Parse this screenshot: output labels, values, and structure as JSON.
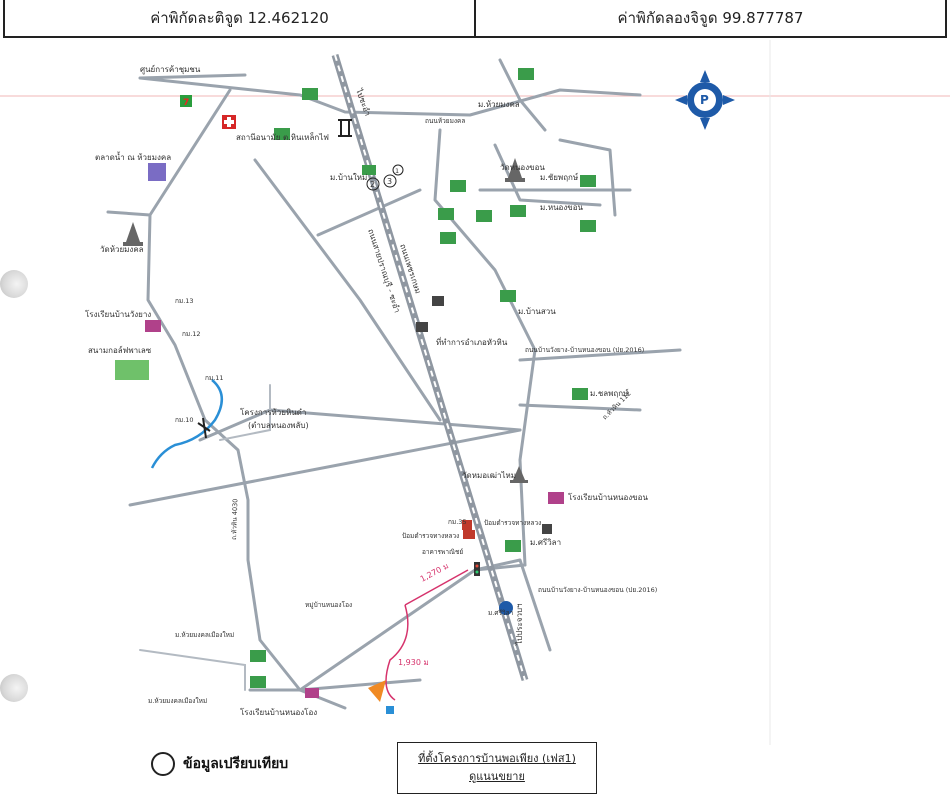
{
  "coords": {
    "latitude_label": "ค่าพิกัดละติจูด 12.462120",
    "longitude_label": "ค่าพิกัดลองจิจูด 99.877787"
  },
  "map": {
    "highway_label": "ถนนเพชรเกษม",
    "road_main_label": "ถนนสายปราณบุรี - ชะอำ",
    "dir_prachuap": "ไปประจวบฯ",
    "dir_cha_am": "ไปชะอำ",
    "labels": {
      "community_mall": "ศูนย์การค้าชุมชน",
      "seven_eleven": "7",
      "hospital": "สถานีอนามัย ต.หินเหล็กไฟ",
      "temple_top": "วัดหนองขอน",
      "temple_left": "วัดห้วยมงคล",
      "temple_mid": "วัดหมอเฒ่าไหม",
      "school_left": "โรงเรียนบ้านวังยาง",
      "school_right": "โรงเรียนบ้านหนองขอน",
      "school_bottom": "โรงเรียนบ้านหนองโอง",
      "market": "ตลาดน้ำ ณ ห้วยมงคล",
      "palm_oil": "สนามกอล์ฟพาเลซ",
      "dam": "โครงการห้วยหินดำ",
      "dam_sub": "(ตำบลหนองพลับ)",
      "gov_office": "ที่ทำการอำเภอหัวหิน",
      "police": "ป้อมตำรวจทางหลวง",
      "police2": "ป้อมตำรวจทางหลวง",
      "bank": "อาคารพาณิชย์",
      "moo_nongkhon": "ม.หนองขอน",
      "moo_banmai": "ม.บ้านใหม่",
      "moo_huay_mongkol": "ม.ห้วยมงคล",
      "moo_ban_suan": "ม.บ้านสวน",
      "moo_chaiyaphruek": "ม.ชัยพฤกษ์",
      "moo_bottom1": "ม.ห้วยมงคลเมืองใหม่",
      "moo_bottom2": "ม.ห้วยมงคลเมืองใหม่",
      "moo_bottom3": "หมู่บ้านหนองโอง",
      "moo_orchid": "ม.ศรีวิลา",
      "moo_sriwila": "ม.ศรีวิลา",
      "moo_coast": "ม.ชลพฤกษ์",
      "road_right": "ถนนบ้านวังยาง-บ้านหนองขอน (ปย.2016)",
      "road_right2": "ถนนบ้านวังยาง-บ้านหนองขอน (ปย.2016)",
      "road_km112": "ถ.หัวหิน 112",
      "road_cross": "ถนนห้วยมงคล",
      "road_vert": "ถ.หัวหิน 4030",
      "km10": "กม.10",
      "km11": "กม.11",
      "km12": "กม.12",
      "km13": "กม.13",
      "km35": "กม.35",
      "dist1": "1,270 ม",
      "dist2": "1,930 ม",
      "circle1": "1",
      "circle2": "2",
      "circle3": "3"
    }
  },
  "legend": {
    "label": "ข้อมูลเปรียบเทียบ"
  },
  "project": {
    "line1": "ที่ตั้งโครงการบ้านพอเพียง (เฟส1)",
    "line2": "ดูแนนขยาย"
  },
  "colors": {
    "road": "#9aa3ad",
    "highway": "#8f97a1",
    "river": "#2a8fd6",
    "distance": "#d6336c",
    "project_marker": "#f08a24",
    "compass": "#1e5aa8"
  }
}
